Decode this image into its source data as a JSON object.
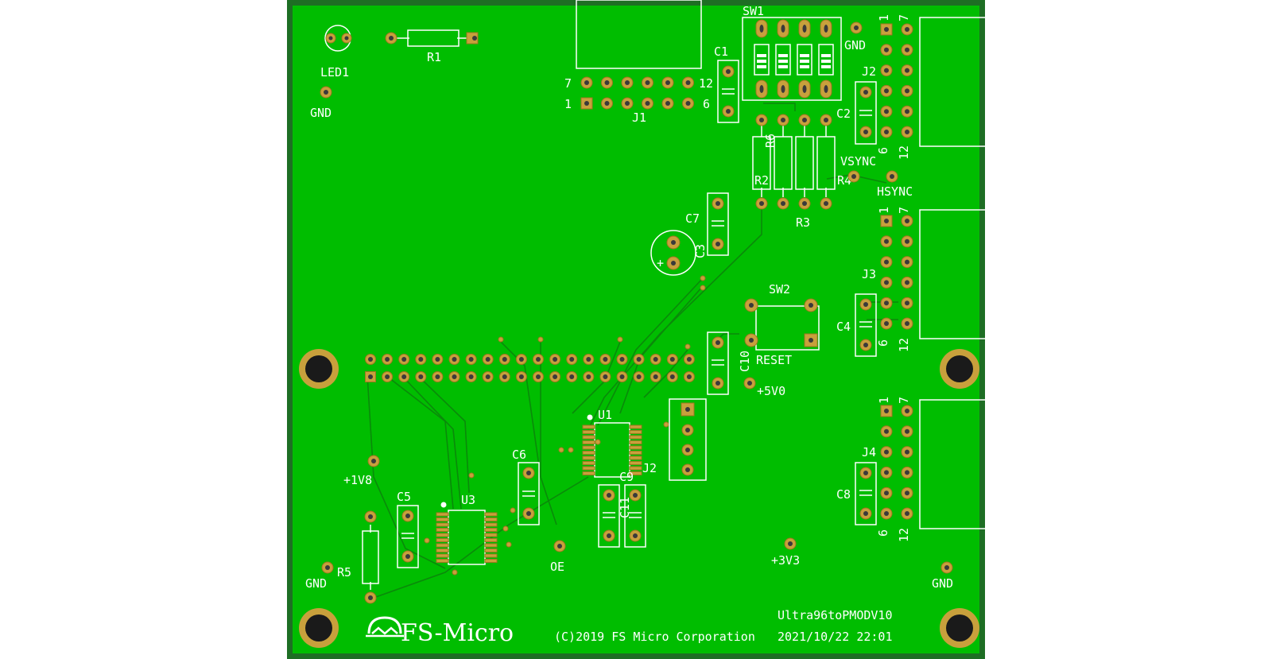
{
  "colors": {
    "board": "#00bd00",
    "edge": "#1e6e24",
    "copper": "#c8a03c",
    "silkscreen": "#ffffff",
    "trace": "#0a8a0a"
  },
  "labels": {
    "led1": "LED1",
    "r1": "R1",
    "gnd_top_left": "GND",
    "j1": "J1",
    "j1_pin7": "7",
    "j1_pin12": "12",
    "j1_pin1": "1",
    "j1_pin6": "6",
    "c1": "C1",
    "sw1": "SW1",
    "gnd_top_right": "GND",
    "j2": "J2",
    "c2": "C2",
    "j2_pin1": "1",
    "j2_pin7": "7",
    "j2_pin6": "6",
    "j2_pin12": "12",
    "r6": "R6",
    "r2": "R2",
    "r3": "R3",
    "r4": "R4",
    "vsync": "VSYNC",
    "hsync": "HSYNC",
    "c7": "C7",
    "c3": "C3",
    "j3": "J3",
    "c4": "C4",
    "j3_pin1": "1",
    "j3_pin7": "7",
    "j3_pin6": "6",
    "j3_pin12": "12",
    "sw2": "SW2",
    "reset": "RESET",
    "c10": "C10",
    "p5v0": "+5V0",
    "u1": "U1",
    "j4": "J4",
    "c8": "C8",
    "j4_pin1": "1",
    "j4_pin7": "7",
    "j4_pin6": "6",
    "j4_pin12": "12",
    "c6": "C6",
    "c9": "C9",
    "c11": "C11",
    "jj2": "J2",
    "p1v8": "+1V8",
    "c5": "C5",
    "u3": "U3",
    "r5": "R5",
    "gnd_bottom_left": "GND",
    "oe": "OE",
    "p3v3": "+3V3",
    "gnd_bottom_right": "GND",
    "logo": "FS-Micro",
    "copyright": "(C)2019 FS Micro Corporation",
    "board_name": "Ultra96toPMODV10",
    "timestamp": "2021/10/22 22:01"
  }
}
